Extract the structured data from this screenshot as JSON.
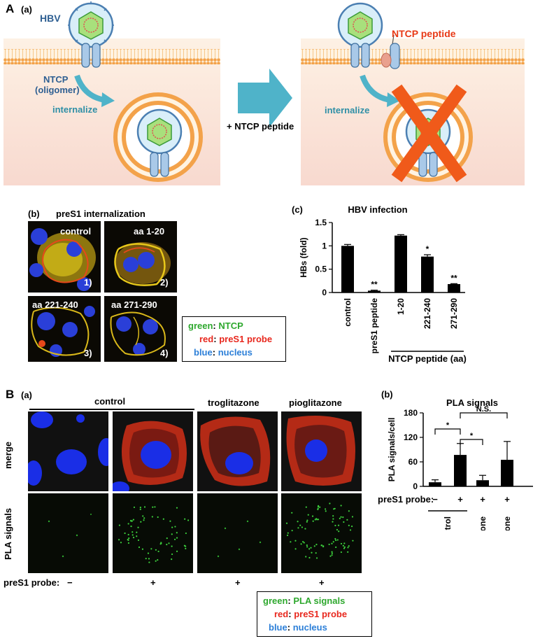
{
  "panelA": {
    "letter": "A",
    "sub_a": "(a)",
    "hbv": "HBV",
    "ntcp": "NTCP",
    "oligomer": "(oligomer)",
    "internalize_left": "internalize",
    "internalize_right": "internalize",
    "arrow_label": "+ NTCP peptide",
    "ntcp_peptide": "NTCP peptide",
    "sub_b": "(b)",
    "preS1_title": "preS1 internalization",
    "images": [
      {
        "label": "control",
        "num": "1)"
      },
      {
        "label": "aa 1-20",
        "num": "2)"
      },
      {
        "label": "aa 221-240",
        "num": "3)"
      },
      {
        "label": "aa 271-290",
        "num": "4)"
      }
    ],
    "legend": [
      {
        "key": "green",
        "sep": ":",
        "value": "NTCP"
      },
      {
        "key": "red",
        "sep": ":",
        "value": "preS1 probe"
      },
      {
        "key": "blue",
        "sep": ":",
        "value": "nucleus"
      }
    ],
    "sub_c": "(c)"
  },
  "panelB": {
    "letter": "B",
    "sub_a": "(a)",
    "col_control": "control",
    "col_trog": "troglitazone",
    "col_piog": "pioglitazone",
    "row_merge": "merge",
    "row_pla": "PLA signals",
    "probe_label": "preS1 probe:",
    "probe_signs": [
      "−",
      "+",
      "+",
      "+"
    ],
    "legend": [
      {
        "key": "green",
        "sep": ":",
        "value": "PLA signals"
      },
      {
        "key": "red",
        "sep": ":",
        "value": "preS1 probe"
      },
      {
        "key": "blue",
        "sep": ":",
        "value": "nucleus"
      }
    ],
    "sub_b": "(b)"
  },
  "chart_data": [
    {
      "type": "bar",
      "title": "HBV infection",
      "ylabel": "HBs (fold)",
      "ylim": [
        0,
        1.5
      ],
      "yticks": [
        "0",
        "0.5",
        "1",
        "1.5"
      ],
      "categories": [
        "control",
        "preS1 peptide",
        "1-20",
        "221-240",
        "271-290"
      ],
      "values": [
        1.0,
        0.04,
        1.22,
        0.77,
        0.18
      ],
      "errors": [
        0.03,
        0.01,
        0.02,
        0.04,
        0.01
      ],
      "significance": [
        "",
        "**",
        "",
        "*",
        "**"
      ],
      "group_label": "NTCP peptide (aa)",
      "grid": false
    },
    {
      "type": "bar",
      "title": "PLA signals",
      "ylabel": "PLA signals/cell",
      "ylim": [
        0,
        180
      ],
      "yticks": [
        "0",
        "60",
        "120",
        "180"
      ],
      "probe_label": "preS1 probe:",
      "probe_signs": [
        "−",
        "+",
        "+",
        "+"
      ],
      "categories": [
        "control",
        "troglitazone",
        "pioglitazone"
      ],
      "values": [
        10,
        77,
        15,
        65
      ],
      "errors": [
        6,
        28,
        12,
        45
      ],
      "significance": [
        "*",
        "*",
        "N.S."
      ],
      "grid": false
    }
  ]
}
